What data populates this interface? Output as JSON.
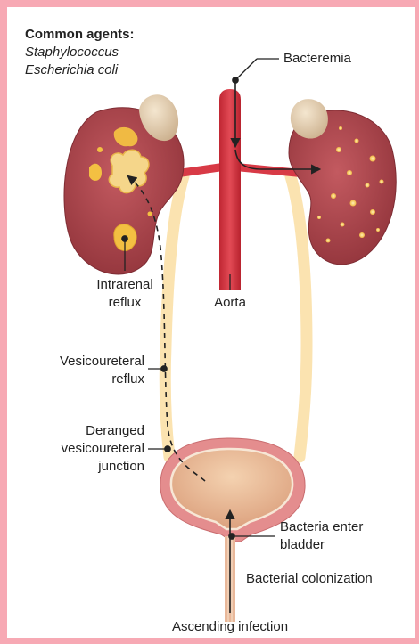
{
  "agents": {
    "title": "Common agents:",
    "items": [
      "Staphylococcus",
      "Escherichia coli"
    ]
  },
  "labels": {
    "bacteremia": "Bacteremia",
    "intrarenal_reflux": [
      "Intrarenal",
      "reflux"
    ],
    "aorta": "Aorta",
    "vesicoureteral_reflux": [
      "Vesicoureteral",
      "reflux"
    ],
    "deranged_junction": [
      "Deranged",
      "vesicoureteral",
      "junction"
    ],
    "bacteria_enter_bladder": [
      "Bacteria enter",
      "bladder"
    ],
    "bacterial_colonization": "Bacterial colonization",
    "ascending_infection": "Ascending infection"
  },
  "colors": {
    "frame": "#f7a9b4",
    "kidney": "#a8444b",
    "aorta": "#d83a46",
    "ureter": "#fbe3b0",
    "bladder_wall": "#e48d8e",
    "bladder_lumen": "#eec49e",
    "infection": "#f3c042",
    "adrenal": "#e8d4b6"
  }
}
